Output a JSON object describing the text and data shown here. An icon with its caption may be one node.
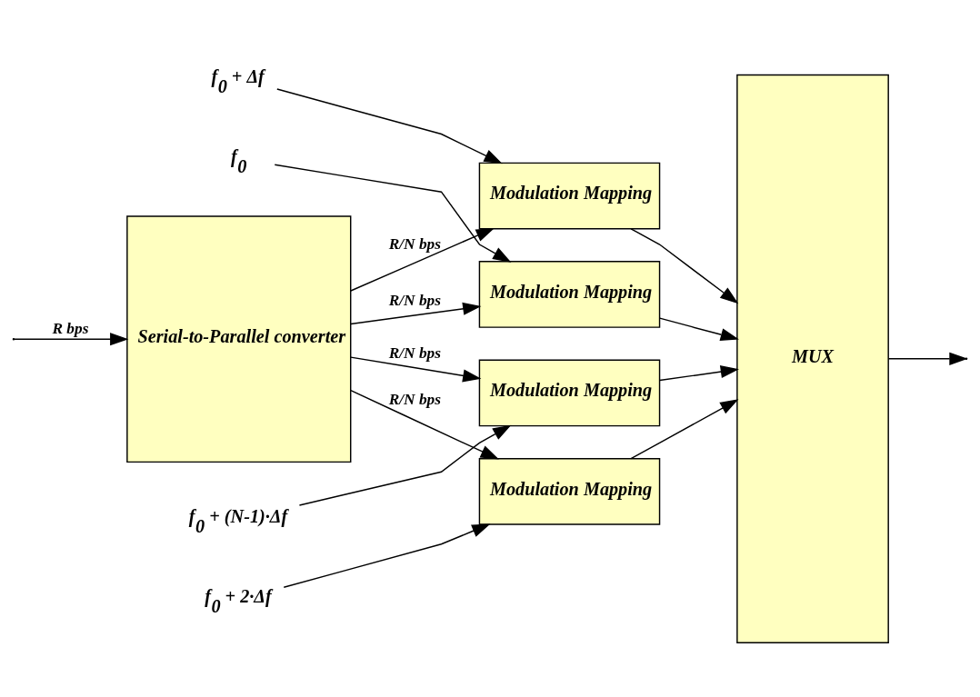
{
  "diagram": {
    "nodes": [
      {
        "text": [
          "Serial-to-Parallel converter"
        ]
      },
      {
        "text": [
          "Modulation Mapping"
        ]
      },
      {
        "text": [
          "Modulation Mapping"
        ]
      },
      {
        "text": [
          "Modulation Mapping"
        ]
      },
      {
        "text": [
          "Modulation Mapping"
        ]
      },
      {
        "text": [
          "MUX"
        ]
      },
      {
        "text": [
          "f$_{0}$"
        ]
      },
      {
        "text": [
          "f$_{0}$ + Δf"
        ]
      },
      {
        "text": [
          "f$_{0}$ + 2·Δf"
        ]
      },
      {
        "text": [
          "f$_{0}$ + (N-1)·Δf"
        ]
      }
    ],
    "edges": [
      {
        "from": null,
        "to": 0,
        "arrow": "to",
        "label": "R bps"
      },
      {
        "from": 0,
        "to": 1,
        "arrow": "to",
        "label": "R/N bps"
      },
      {
        "from": 0,
        "to": 2,
        "arrow": "to",
        "label": "R/N bps"
      },
      {
        "from": 0,
        "to": 3,
        "arrow": "to",
        "label": "R/N bps"
      },
      {
        "from": 0,
        "to": 4,
        "arrow": "to",
        "label": "R/N bps"
      },
      {
        "from": 6,
        "to": 1,
        "arrow": "to"
      },
      {
        "from": 7,
        "to": 2,
        "arrow": "to"
      },
      {
        "from": 8,
        "to": 3,
        "arrow": "to"
      },
      {
        "from": 9,
        "to": 4,
        "arrow": "to"
      },
      {
        "from": 1,
        "to": 5,
        "arrow": "to"
      },
      {
        "from": 2,
        "to": 5,
        "arrow": "to"
      },
      {
        "from": 3,
        "to": 5,
        "arrow": "to"
      },
      {
        "from": 4,
        "to": 5,
        "arrow": "to"
      },
      {
        "from": 5,
        "to": null,
        "arrow": "to"
      }
    ]
  }
}
